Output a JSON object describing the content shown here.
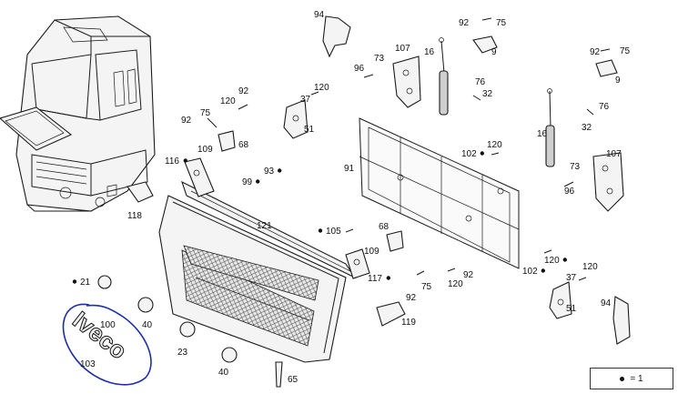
{
  "labels": [
    {
      "id": "p94a",
      "text": "94"
    },
    {
      "id": "p92a",
      "text": "92"
    },
    {
      "id": "p75a",
      "text": "75"
    },
    {
      "id": "p9a",
      "text": "9"
    },
    {
      "id": "p92b",
      "text": "92"
    },
    {
      "id": "p75b",
      "text": "75"
    },
    {
      "id": "p9b",
      "text": "9"
    },
    {
      "id": "p107a",
      "text": "107"
    },
    {
      "id": "p16a",
      "text": "16"
    },
    {
      "id": "p73a",
      "text": "73"
    },
    {
      "id": "p96a",
      "text": "96"
    },
    {
      "id": "p76a",
      "text": "76"
    },
    {
      "id": "p32a",
      "text": "32"
    },
    {
      "id": "p76b",
      "text": "76"
    },
    {
      "id": "p32b",
      "text": "32"
    },
    {
      "id": "p16b",
      "text": "16"
    },
    {
      "id": "p107b",
      "text": "107"
    },
    {
      "id": "p73b",
      "text": "73"
    },
    {
      "id": "p96b",
      "text": "96"
    },
    {
      "id": "p92c",
      "text": "92"
    },
    {
      "id": "p120a",
      "text": "120"
    },
    {
      "id": "p75c",
      "text": "75"
    },
    {
      "id": "p92d",
      "text": "92"
    },
    {
      "id": "p109a",
      "text": "109"
    },
    {
      "id": "p68a",
      "text": "68"
    },
    {
      "id": "p37a",
      "text": "37"
    },
    {
      "id": "p120b",
      "text": "120"
    },
    {
      "id": "p51a",
      "text": "51"
    },
    {
      "id": "p116",
      "text": "116"
    },
    {
      "id": "p93",
      "text": "93"
    },
    {
      "id": "p99",
      "text": "99"
    },
    {
      "id": "p118",
      "text": "118"
    },
    {
      "id": "p91",
      "text": "91"
    },
    {
      "id": "p102a",
      "text": "102"
    },
    {
      "id": "p120c",
      "text": "120"
    },
    {
      "id": "p121",
      "text": "121"
    },
    {
      "id": "p105",
      "text": "105"
    },
    {
      "id": "p68b",
      "text": "68"
    },
    {
      "id": "p109b",
      "text": "109"
    },
    {
      "id": "p117",
      "text": "117"
    },
    {
      "id": "p92e",
      "text": "92"
    },
    {
      "id": "p75d",
      "text": "75"
    },
    {
      "id": "p120d",
      "text": "120"
    },
    {
      "id": "p92f",
      "text": "92"
    },
    {
      "id": "p120e",
      "text": "120"
    },
    {
      "id": "p102b",
      "text": "102"
    },
    {
      "id": "p37b",
      "text": "37"
    },
    {
      "id": "p120f",
      "text": "120"
    },
    {
      "id": "p51b",
      "text": "51"
    },
    {
      "id": "p94b",
      "text": "94"
    },
    {
      "id": "p119",
      "text": "119"
    },
    {
      "id": "p21",
      "text": "21"
    },
    {
      "id": "p100",
      "text": "100"
    },
    {
      "id": "p40a",
      "text": "40"
    },
    {
      "id": "p23",
      "text": "23"
    },
    {
      "id": "p40b",
      "text": "40"
    },
    {
      "id": "p65",
      "text": "65"
    },
    {
      "id": "p103",
      "text": "103"
    }
  ],
  "badge": {
    "text": "Iveco"
  },
  "legend": {
    "text": "= 1"
  },
  "colors": {
    "annotation": "#1d2fa8",
    "ink": "#1a1a1a"
  }
}
